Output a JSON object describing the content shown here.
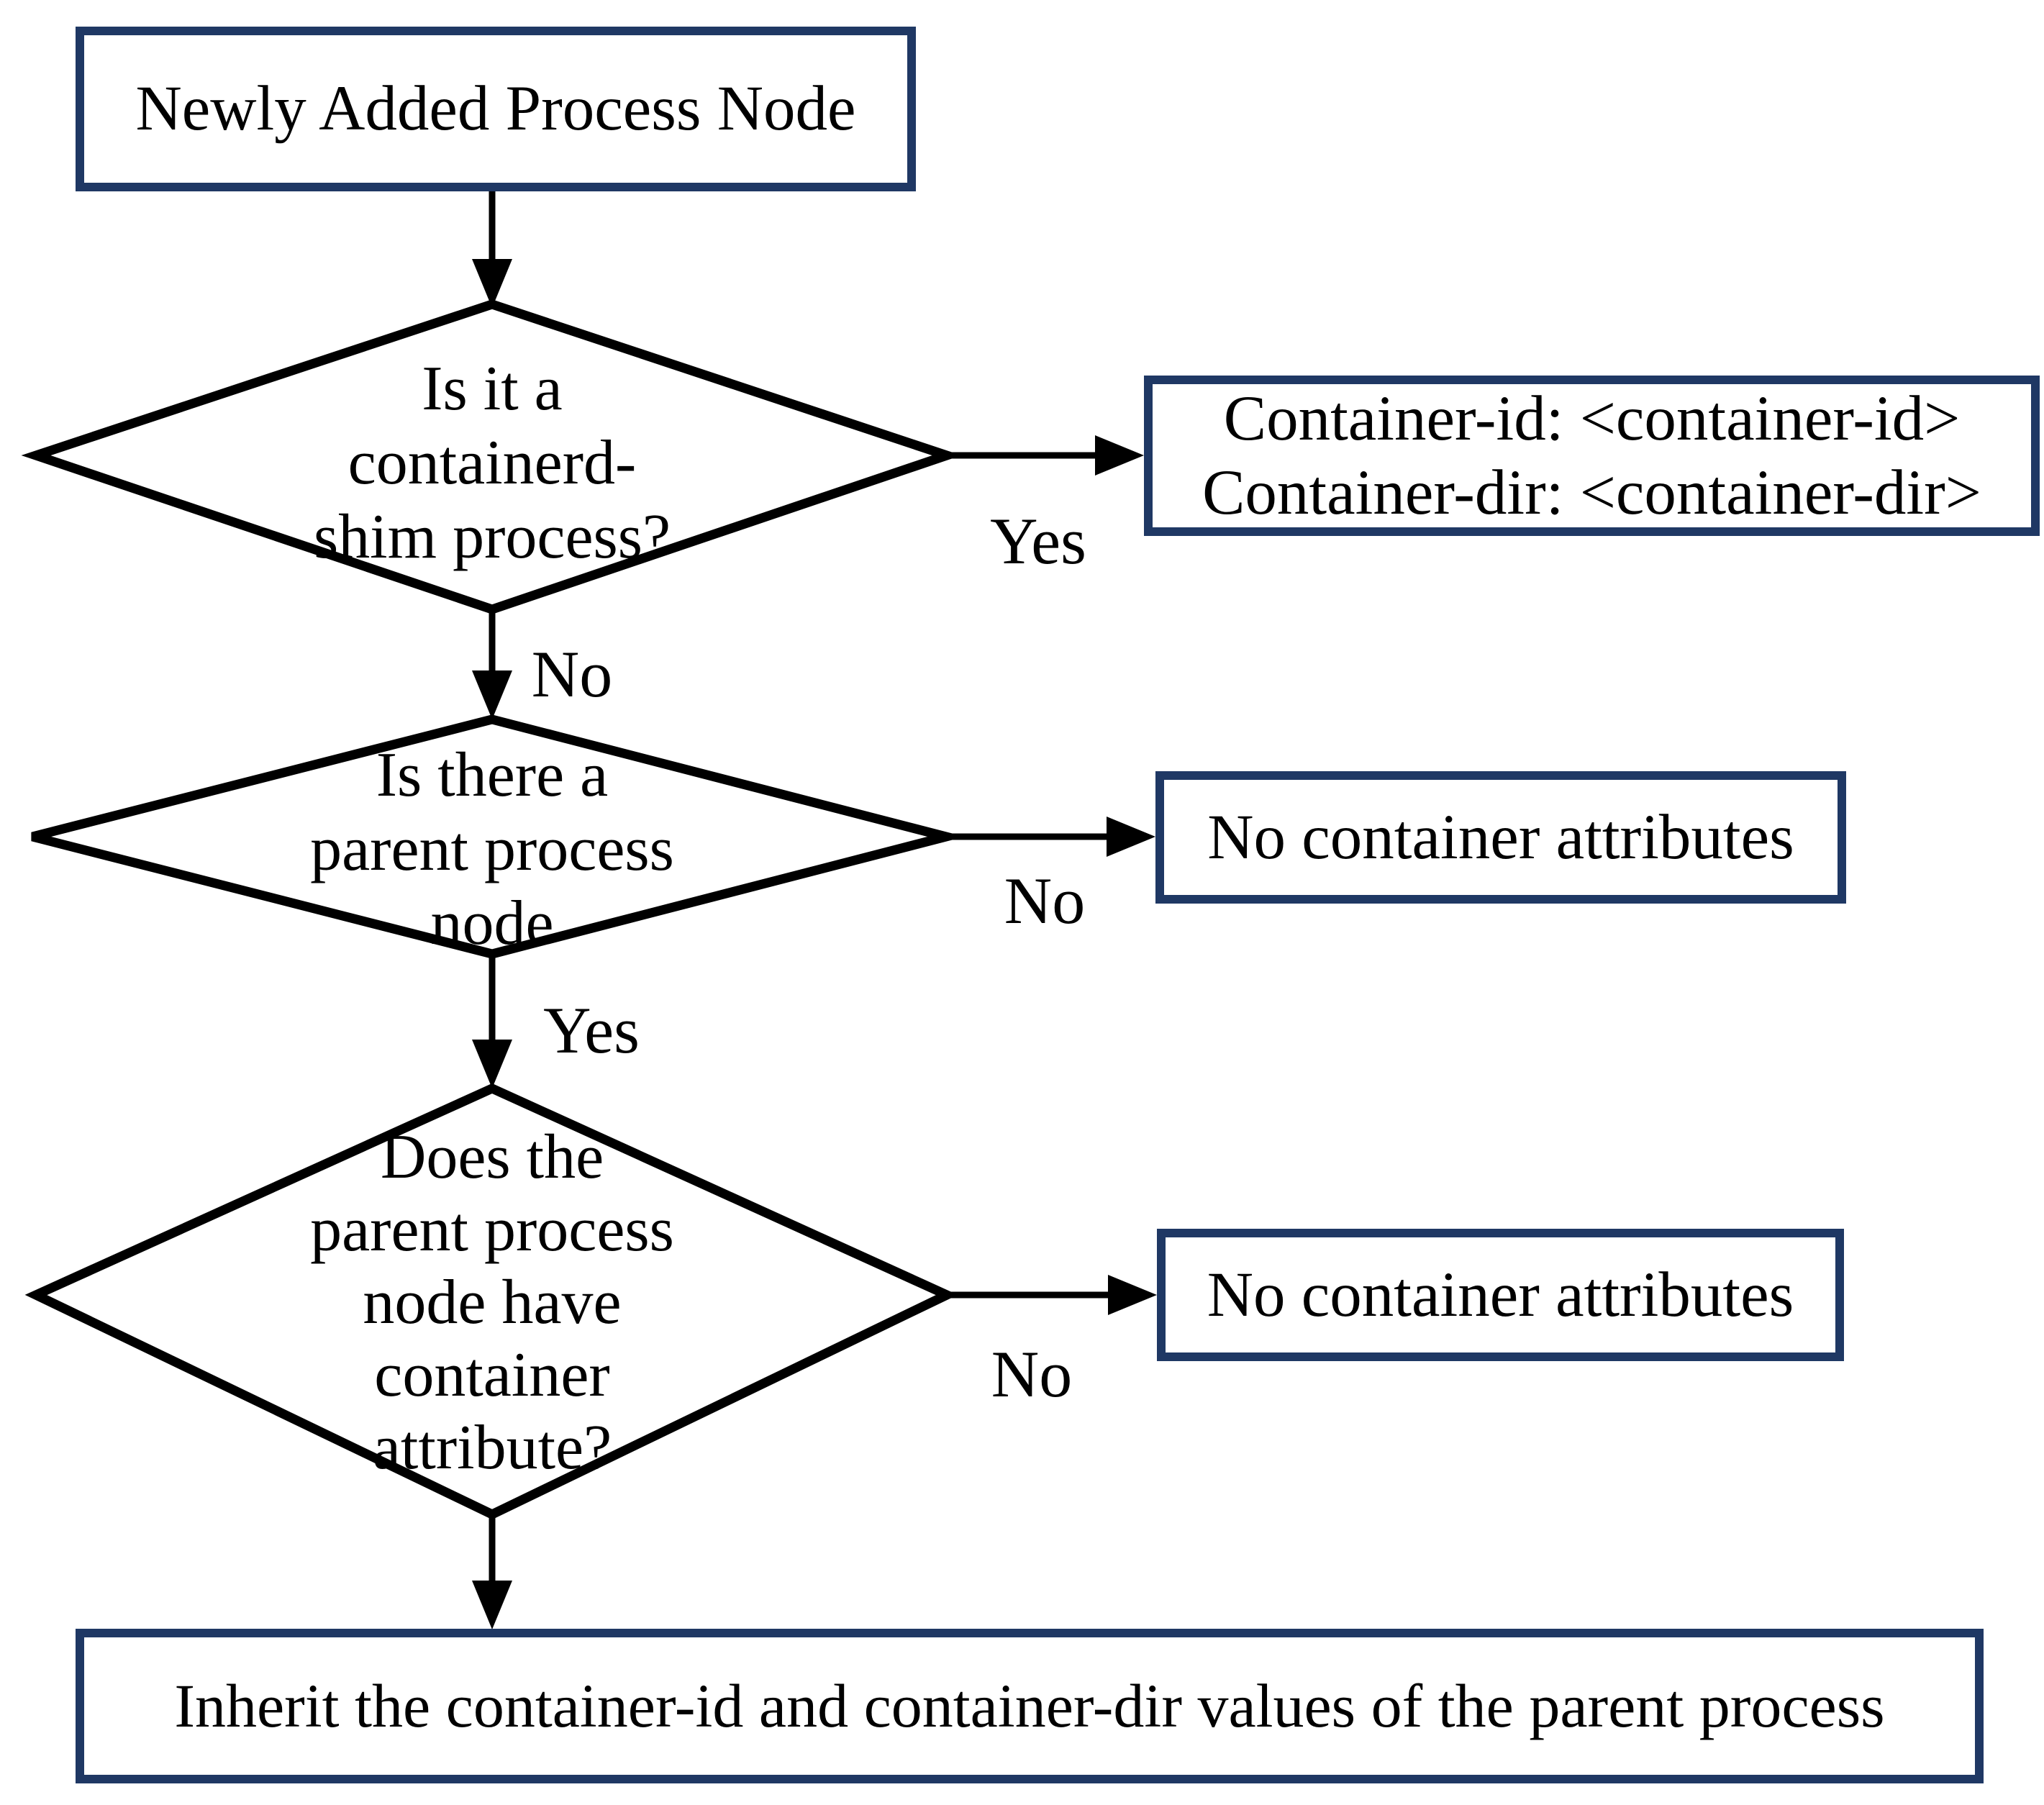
{
  "colors": {
    "node_border": "#1F3864",
    "node_fill": "#FFFFFF",
    "connector": "#000000",
    "text": "#000000",
    "background": "#FFFFFF"
  },
  "flowchart": {
    "start": {
      "label": "Newly Added Process Node"
    },
    "decision_shim": {
      "lines": [
        "Is it a",
        "containerd-",
        "shim process?"
      ]
    },
    "outcome_shim_yes": {
      "lines": [
        "Container-id: <container-id>",
        "Container-dir: <container-dir>"
      ]
    },
    "decision_parent": {
      "lines": [
        "Is there a",
        "parent process",
        "node"
      ]
    },
    "outcome_parent_no": {
      "label": "No container attributes"
    },
    "decision_parent_attr": {
      "lines": [
        "Does the",
        "parent process",
        "node have",
        "container",
        "attribute?"
      ]
    },
    "outcome_attr_no": {
      "label": "No container attributes"
    },
    "end": {
      "label": "Inherit the container-id and container-dir values of the parent process"
    },
    "edge_labels": {
      "shim_yes": "Yes",
      "shim_no": "No",
      "parent_no": "No",
      "parent_yes": "Yes",
      "attr_no": "No"
    }
  }
}
